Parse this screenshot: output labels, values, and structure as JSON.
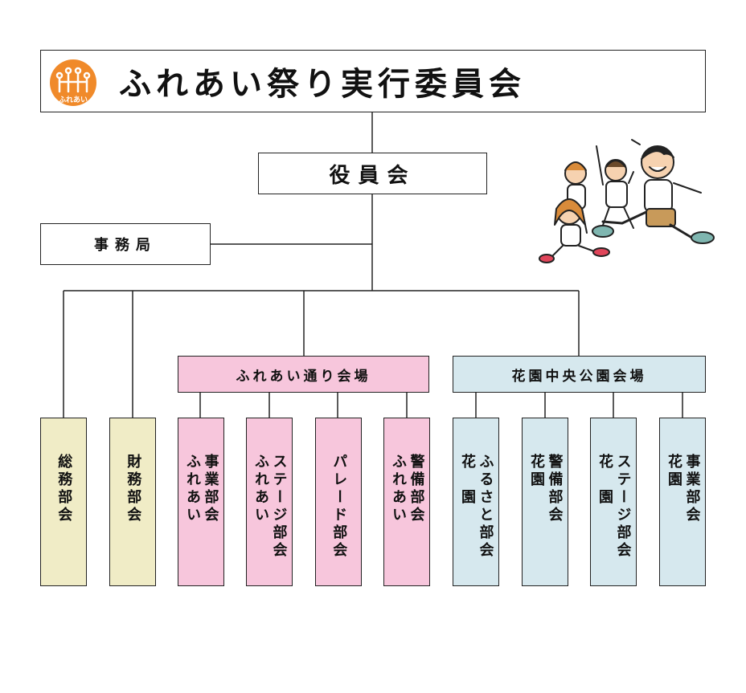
{
  "title": "ふれあい祭り実行委員会",
  "logo_text": "ふれあい",
  "executive": "役員会",
  "office": "事務局",
  "venues": [
    {
      "label": "ふれあい通り会場",
      "color": "#f7c6dc"
    },
    {
      "label": "花園中央公園会場",
      "color": "#d6e8ee"
    }
  ],
  "departments": [
    {
      "col1": "総務部会",
      "col2": "",
      "color": "#f0ecc6"
    },
    {
      "col1": "財務部会",
      "col2": "",
      "color": "#f0ecc6"
    },
    {
      "col1": "ふれあい",
      "col2": "事業部会",
      "color": "#f7c6dc"
    },
    {
      "col1": "ふれあい",
      "col2": "ステージ部会",
      "color": "#f7c6dc"
    },
    {
      "col1": "パレード部会",
      "col2": "",
      "color": "#f7c6dc"
    },
    {
      "col1": "ふれあい",
      "col2": "警備部会",
      "color": "#f7c6dc"
    },
    {
      "col1": "花　園",
      "col2": "ふるさと部会",
      "color": "#d6e8ee"
    },
    {
      "col1": "花園",
      "col2": "警備部会",
      "color": "#d6e8ee"
    },
    {
      "col1": "花　園",
      "col2": "ステージ部会",
      "color": "#d6e8ee"
    },
    {
      "col1": "花園",
      "col2": "事業部会",
      "color": "#d6e8ee"
    }
  ],
  "icons": {
    "logo": "fureai-logo-icon",
    "illustration": "running-children-illustration"
  }
}
